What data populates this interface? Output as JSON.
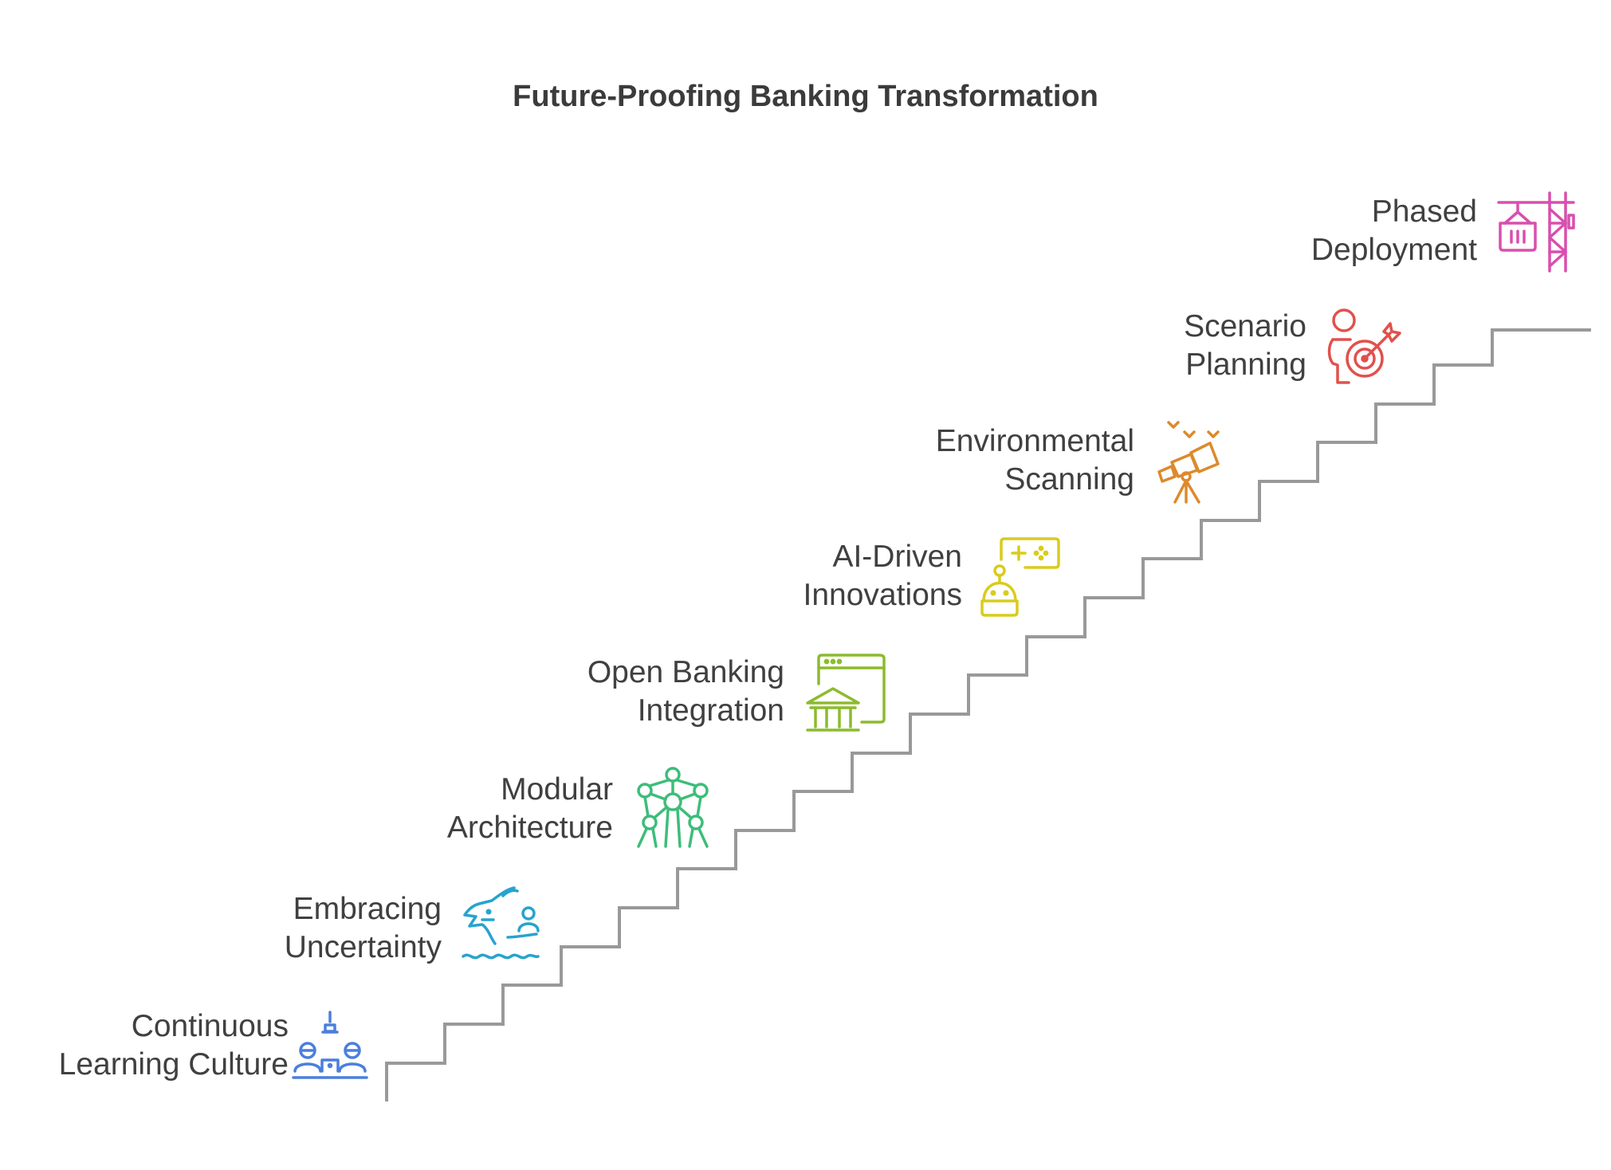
{
  "title": "Future-Proofing Banking Transformation",
  "stair_color": "#999999",
  "steps": [
    {
      "line1": "Continuous",
      "line2": "Learning Culture",
      "icon": "learning-culture-icon",
      "color": "#4a7fdc"
    },
    {
      "line1": "Embracing",
      "line2": "Uncertainty",
      "icon": "dragon-waves-icon",
      "color": "#27a3cf"
    },
    {
      "line1": "Modular",
      "line2": "Architecture",
      "icon": "atomium-icon",
      "color": "#3dbd7a"
    },
    {
      "line1": "Open Banking",
      "line2": "Integration",
      "icon": "bank-window-icon",
      "color": "#8cbb2e"
    },
    {
      "line1": "AI-Driven",
      "line2": "Innovations",
      "icon": "robot-gamepad-icon",
      "color": "#d8cc1c"
    },
    {
      "line1": "Environmental",
      "line2": "Scanning",
      "icon": "telescope-icon",
      "color": "#dc8a2b"
    },
    {
      "line1": "Scenario",
      "line2": "Planning",
      "icon": "person-target-icon",
      "color": "#e2504c"
    },
    {
      "line1": "Phased",
      "line2": "Deployment",
      "icon": "crane-container-icon",
      "color": "#d84fae"
    }
  ]
}
